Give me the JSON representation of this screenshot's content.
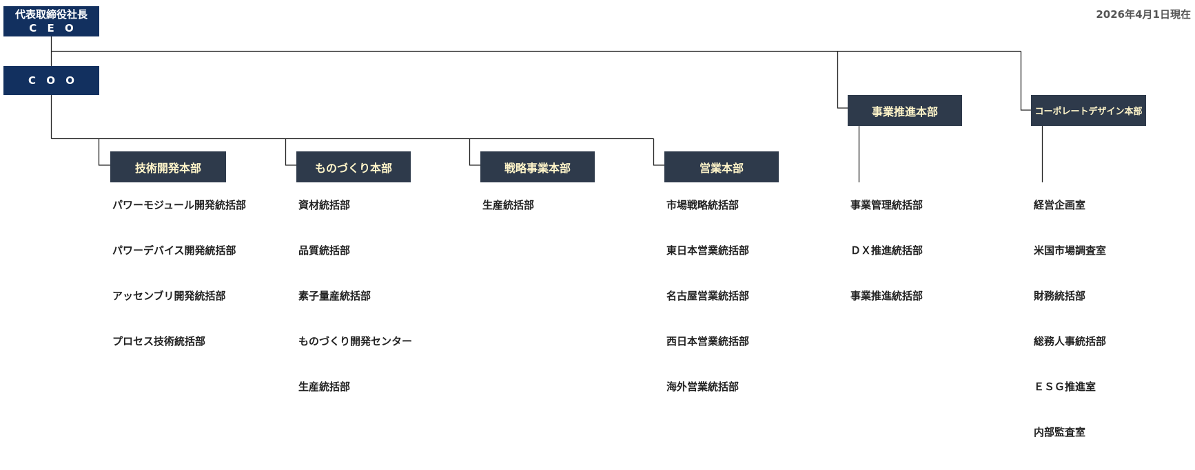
{
  "date": "2026年4月1日現在",
  "ceo": {
    "title": "代表取締役社長",
    "abbr": "C E O"
  },
  "coo": {
    "abbr": "C O O"
  },
  "colors": {
    "executive_box": "#12305f",
    "headquarters_box": "#2e3a4b",
    "headquarters_text": "#fff5c9",
    "connector": "#222222"
  },
  "headquarters": [
    {
      "name": "技術開発本部",
      "reports_to": "COO",
      "units": [
        "パワーモジュール開発統括部",
        "パワーデバイス開発統括部",
        "アッセンブリ開発統括部",
        "プロセス技術統括部"
      ]
    },
    {
      "name": "ものづくり本部",
      "reports_to": "COO",
      "units": [
        "資材統括部",
        "品質統括部",
        "素子量産統括部",
        "ものづくり開発センター",
        "生産統括部"
      ]
    },
    {
      "name": "戦略事業本部",
      "reports_to": "COO",
      "units": [
        "生産統括部"
      ]
    },
    {
      "name": "営業本部",
      "reports_to": "COO",
      "units": [
        "市場戦略統括部",
        "東日本営業統括部",
        "名古屋営業統括部",
        "西日本営業統括部",
        "海外営業統括部"
      ]
    },
    {
      "name": "事業推進本部",
      "reports_to": "CEO",
      "units": [
        "事業管理統括部",
        "ＤＸ推進統括部",
        "事業推進統括部"
      ]
    },
    {
      "name": "コーポレートデザイン本部",
      "reports_to": "CEO",
      "units": [
        "経営企画室",
        "米国市場調査室",
        "財務統括部",
        "総務人事統括部",
        "ＥＳＧ推進室",
        "内部監査室"
      ]
    }
  ]
}
